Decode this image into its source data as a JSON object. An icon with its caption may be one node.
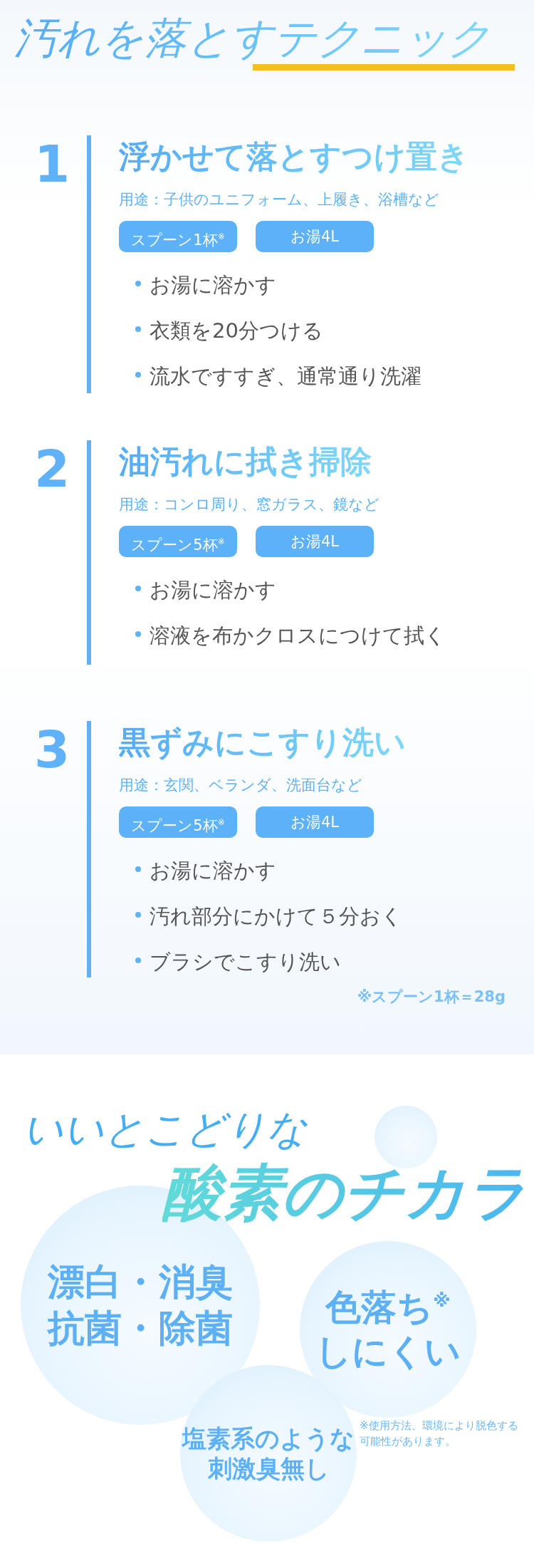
{
  "diagram": {
    "title": "汚れを落とすテクニック",
    "nodes": [
      {
        "text": [
          "1",
          "浮かせて落とすつけ置き",
          "用途：子供のユニフォーム、上履き、浴槽など",
          "お湯に溶かす",
          "衣類を20分つける",
          "流水ですすぎ、通常通り洗濯"
        ]
      },
      {
        "text": [
          "スプーン1杯$^{※}$"
        ],
        "in": 0
      },
      {
        "text": [
          "お湯4L"
        ],
        "in": 0
      },
      {
        "text": [
          "2",
          "油汚れに拭き掃除",
          "用途：コンロ周り、窓ガラス、鏡など",
          "お湯に溶かす",
          "溶液を布かクロスにつけて拭く"
        ]
      },
      {
        "text": [
          "スプーン5杯$^{※}$"
        ],
        "in": 3
      },
      {
        "text": [
          "お湯4L"
        ],
        "in": 3
      },
      {
        "text": [
          "3",
          "黒ずみにこすり洗い",
          "用途：玄関、ベランダ、洗面台など",
          "お湯に溶かす",
          "汚れ部分にかけて５分おく",
          "ブラシでこすり洗い"
        ]
      },
      {
        "text": [
          "スプーン5杯$^{※}$"
        ],
        "in": 6
      },
      {
        "text": [
          "お湯4L"
        ],
        "in": 6
      },
      {
        "text": [],
        "shape": "circle"
      },
      {
        "text": [
          "漂白・消臭抗菌・除菌"
        ]
      },
      {
        "text": [
          "色落ち$^{※}$しにくい"
        ],
        "beside": [
          "※使用方法、環境により脱色する可能性があります。"
        ]
      },
      {
        "text": [
          "塩素系のような刺激臭無し"
        ]
      }
    ],
    "labels": [
      "※スプーン1杯＝28g",
      "いいとこどりな",
      "酸素のチカラ"
    ]
  }
}
